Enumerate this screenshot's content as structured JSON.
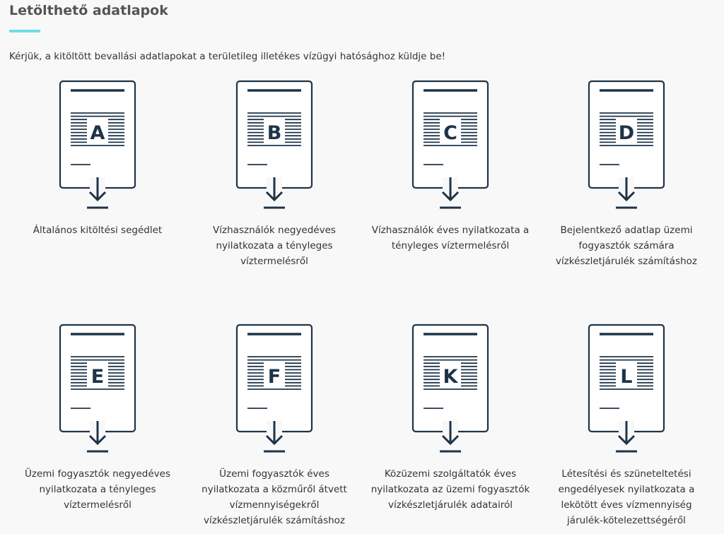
{
  "title": "Letölthető adatlapok",
  "intro": "Kérjük, a kitöltött bevallási adatlapokat a területileg illetékes vízügyi hatósághoz küldje be!",
  "colors": {
    "icon": "#1e3448",
    "accent": "#6fdde8"
  },
  "forms": [
    {
      "letter": "A",
      "caption": "Általános kitöltési segédlet"
    },
    {
      "letter": "B",
      "caption": "Vízhasználók negyedéves nyilatkozata a tényleges víztermelésről"
    },
    {
      "letter": "C",
      "caption": "Vízhasználók éves nyilatkozata a tényleges víztermelésről"
    },
    {
      "letter": "D",
      "caption": "Bejelentkező adatlap üzemi fogyasztók számára vízkészletjárulék számításhoz"
    },
    {
      "letter": "E",
      "caption": "Üzemi fogyasztók negyedéves nyilatkozata a tényleges víztermelésről"
    },
    {
      "letter": "F",
      "caption": "Üzemi fogyasztók éves nyilatkozata a közműről átvett vízmennyiségekről vízkészletjárulék számításhoz"
    },
    {
      "letter": "K",
      "caption": "Közüzemi szolgáltatók éves nyilatkozata az üzemi fogyasztók vízkészletjárulék adatairól"
    },
    {
      "letter": "L",
      "caption": "Létesítési és szüneteltetési engedélyesek nyilatkozata a lekötött éves vízmennyiség járulék-kötelezettségéről"
    }
  ]
}
